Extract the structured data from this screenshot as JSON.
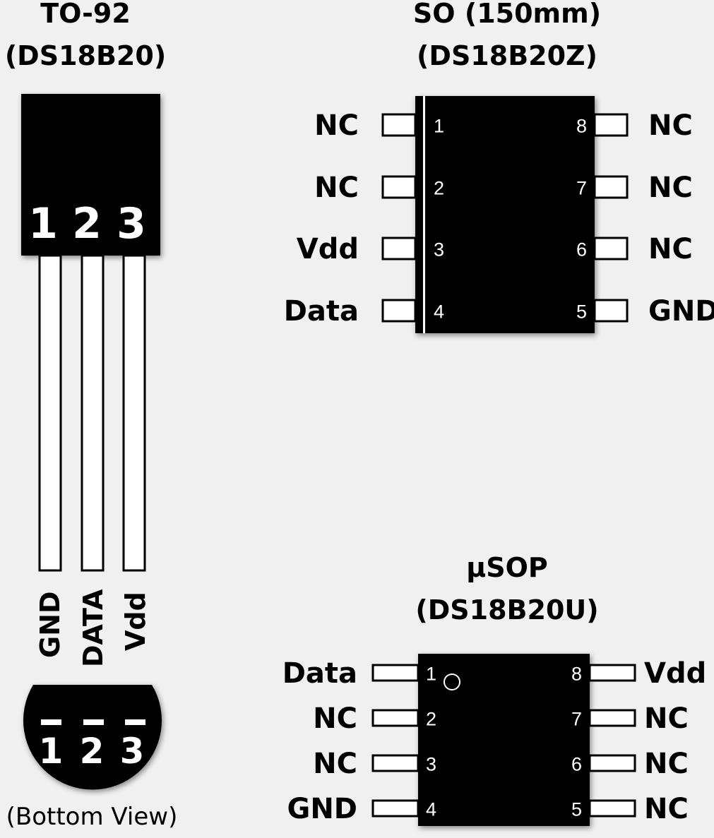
{
  "to92": {
    "title": "TO-92",
    "subtitle": "(DS18B20)",
    "pin_numbers": [
      "1",
      "2",
      "3"
    ],
    "pin_labels": [
      "GND",
      "DATA",
      "Vdd"
    ],
    "bottom_numbers": [
      "1",
      "2",
      "3"
    ],
    "bottom_caption": "(Bottom View)"
  },
  "so": {
    "title": "SO (150mm)",
    "subtitle": "(DS18B20Z)",
    "left_pins": [
      {
        "num": "1",
        "label": "NC"
      },
      {
        "num": "2",
        "label": "NC"
      },
      {
        "num": "3",
        "label": "Vdd"
      },
      {
        "num": "4",
        "label": "Data"
      }
    ],
    "right_pins": [
      {
        "num": "8",
        "label": "NC"
      },
      {
        "num": "7",
        "label": "NC"
      },
      {
        "num": "6",
        "label": "NC"
      },
      {
        "num": "5",
        "label": "GND"
      }
    ]
  },
  "usop": {
    "title": "µSOP",
    "subtitle": "(DS18B20U)",
    "left_pins": [
      {
        "num": "1",
        "label": "Data"
      },
      {
        "num": "2",
        "label": "NC"
      },
      {
        "num": "3",
        "label": "NC"
      },
      {
        "num": "4",
        "label": "GND"
      }
    ],
    "right_pins": [
      {
        "num": "8",
        "label": "Vdd"
      },
      {
        "num": "7",
        "label": "NC"
      },
      {
        "num": "6",
        "label": "NC"
      },
      {
        "num": "5",
        "label": "NC"
      }
    ]
  }
}
